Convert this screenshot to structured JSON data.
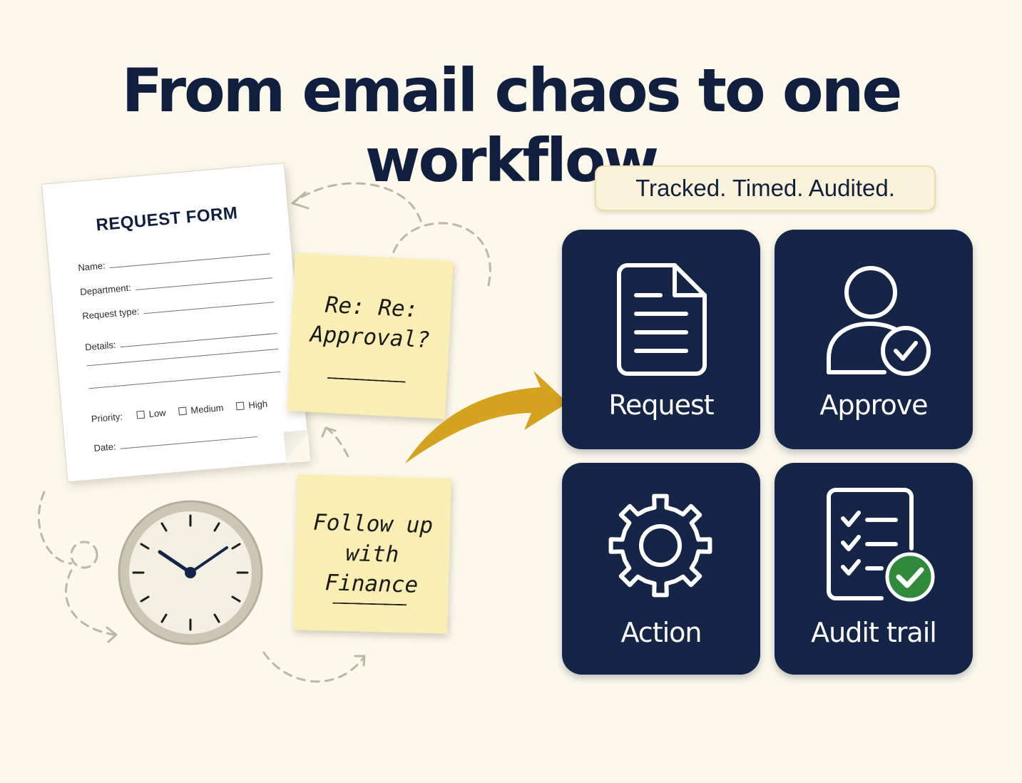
{
  "headline": "From email chaos to one workflow",
  "request_form": {
    "title": "REQUEST FORM",
    "fields": [
      "Name:",
      "Department:",
      "Request type:",
      "Details:"
    ],
    "priority_label": "Priority:",
    "priority_options": [
      "Low",
      "Medium",
      "High"
    ],
    "date_label": "Date:"
  },
  "sticky_notes": [
    {
      "text": "Re: Re:\nApproval?"
    },
    {
      "text": "Follow up\nwith\nFinance"
    }
  ],
  "badge": "Tracked. Timed. Audited.",
  "workflow_steps": [
    {
      "label": "Request",
      "icon": "document-icon"
    },
    {
      "label": "Approve",
      "icon": "user-check-icon"
    },
    {
      "label": "Action",
      "icon": "gear-icon"
    },
    {
      "label": "Audit trail",
      "icon": "checklist-icon"
    }
  ],
  "colors": {
    "background": "#fcf8ec",
    "navy": "#142548",
    "arrow_gold": "#d4a21f",
    "sticky_yellow": "#fbeeb5",
    "check_green": "#2f8a3c"
  }
}
